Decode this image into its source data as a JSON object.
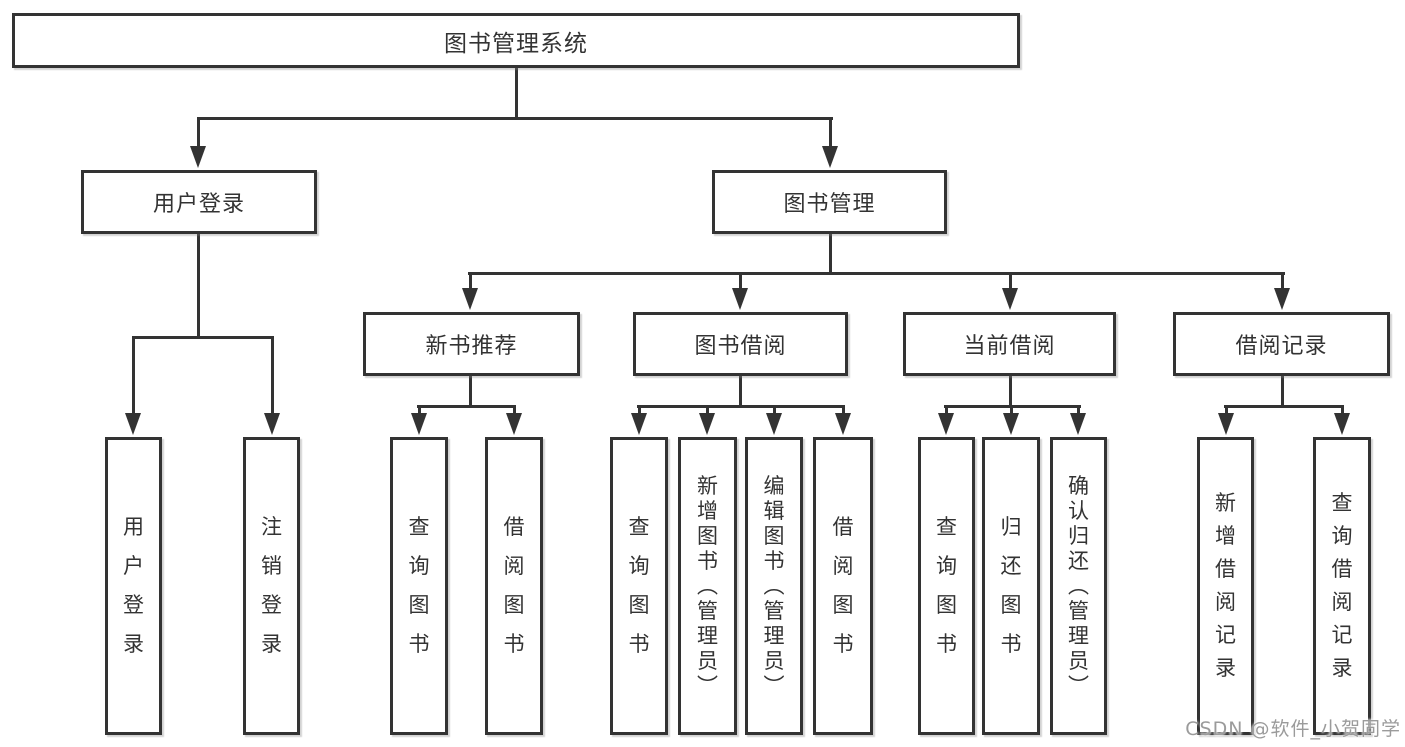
{
  "colors": {
    "line": "#333333",
    "text": "#333333",
    "watermark": "#9b9b9b",
    "background": "#ffffff"
  },
  "watermark": {
    "text": "CSDN @软件_小贺同学"
  },
  "tree": {
    "root": {
      "label": "图书管理系统"
    },
    "branches": [
      {
        "label": "用户登录",
        "children": [
          {
            "label": "用户登录"
          },
          {
            "label": "注销登录"
          }
        ]
      },
      {
        "label": "图书管理",
        "children": [
          {
            "label": "新书推荐",
            "children": [
              {
                "label": "查询图书"
              },
              {
                "label": "借阅图书"
              }
            ]
          },
          {
            "label": "图书借阅",
            "children": [
              {
                "label": "查询图书"
              },
              {
                "label": "新增图书（管理员）"
              },
              {
                "label": "编辑图书（管理员）"
              },
              {
                "label": "借阅图书"
              }
            ]
          },
          {
            "label": "当前借阅",
            "children": [
              {
                "label": "查询图书"
              },
              {
                "label": "归还图书"
              },
              {
                "label": "确认归还（管理员）"
              }
            ]
          },
          {
            "label": "借阅记录",
            "children": [
              {
                "label": "新增借阅记录"
              },
              {
                "label": "查询借阅记录"
              }
            ]
          }
        ]
      }
    ]
  }
}
